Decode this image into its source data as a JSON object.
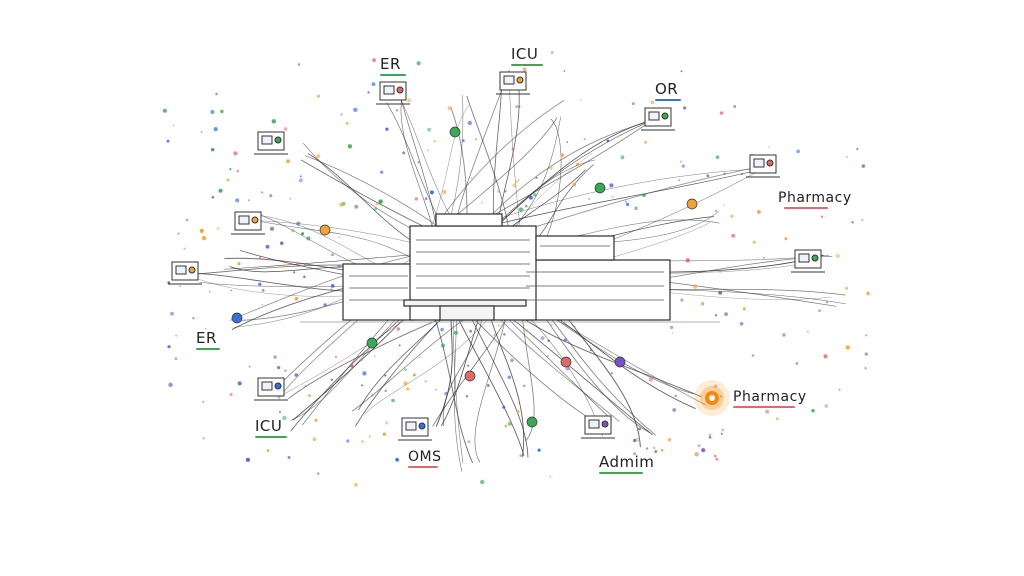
{
  "diagram": {
    "hub": {
      "name": "hospital-building"
    },
    "departments": [
      {
        "label": "ER",
        "underline": "#3aa856"
      },
      {
        "label": "ICU",
        "underline": "#3aa856"
      },
      {
        "label": "OR",
        "underline": "#3b6fd8"
      },
      {
        "label": "Pharmacy",
        "underline": "#e06a6a"
      },
      {
        "label": "ER",
        "underline": "#3aa856"
      },
      {
        "label": "ICU",
        "underline": "#3aa856"
      },
      {
        "label": "OMS",
        "underline": "#e06a6a"
      },
      {
        "label": "Admim",
        "underline": "#3aa856"
      },
      {
        "label": "Pharmacy",
        "underline": "#e06a6a"
      }
    ],
    "colors": {
      "ink": "#2b2b2b",
      "dots": [
        "#3b6fd8",
        "#e06a6a",
        "#3aa856",
        "#f2a23a",
        "#7a52c7"
      ],
      "highlight": "#f29a1f"
    }
  }
}
